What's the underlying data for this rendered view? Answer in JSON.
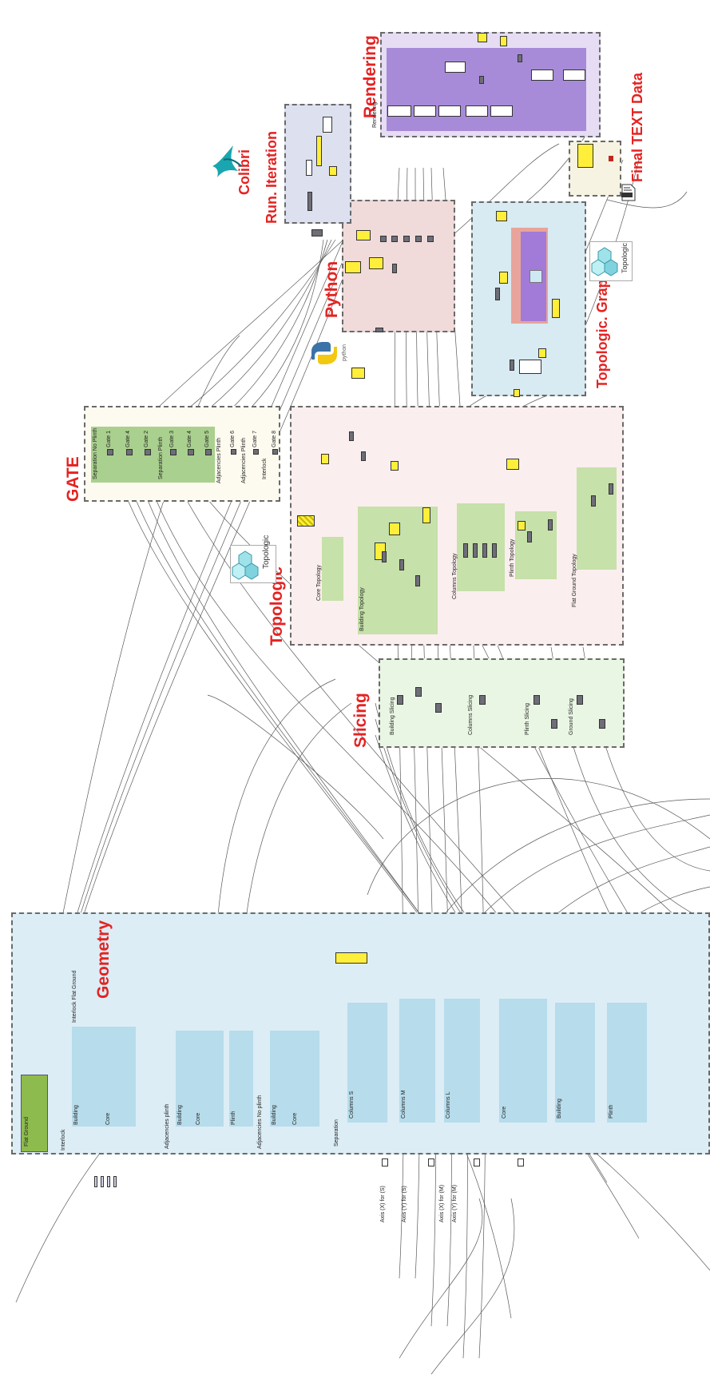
{
  "groups": {
    "geometry": {
      "title": "Geometry"
    },
    "gate": {
      "title": "GATE"
    },
    "topologic": {
      "title": "Topologic"
    },
    "slicing": {
      "title": "Slicing"
    },
    "python": {
      "title": "Python"
    },
    "run_iteration": {
      "title": "Run. Iteration"
    },
    "colibri": {
      "title": "Colibri"
    },
    "rendering": {
      "title": "Rendering"
    },
    "topologic_graph": {
      "title": "Topologic. Graph"
    },
    "final_text": {
      "title": "Final TEXT Data"
    }
  },
  "labels": {
    "topologic_logo": "Topologic",
    "python_logo": "python",
    "rendering_sub": "Rendering",
    "gate_items": [
      "Separation No Plinth",
      "Gate 1",
      "Gate 4",
      "Gate 2",
      "Separation Plinth",
      "Gate 3",
      "Gate 4",
      "Gate 5",
      "Adjacencies Plinth",
      "Gate 6",
      "Adjacencies Plinth",
      "Gate 7",
      "Interlock",
      "Gate 8"
    ],
    "topologic_subs": [
      "Core Topology",
      "Building Topology",
      "Columns Topology",
      "Plinth Topology",
      "Flat Ground Topology"
    ],
    "slicing_subs": [
      "Building Slicing",
      "Columns Slicing",
      "Plinth Slicing",
      "Ground Slicing"
    ],
    "geometry_subs": [
      "Flat Ground",
      "Interlock",
      "Building",
      "Core",
      "Interlock Flat Ground",
      "Adjacencies plinth",
      "Building",
      "Core",
      "Plinth",
      "Adjacencies No plinth",
      "Building",
      "Core",
      "Separation",
      "Columns S",
      "Columns M",
      "Columns L",
      "Core",
      "Building",
      "Plinth"
    ],
    "sliders": [
      "Axis (X) for (S)",
      "Axis (Y) for (S)",
      "Axis (X) for (M)",
      "Axis (Y) for (M)"
    ]
  },
  "colors": {
    "title_red": "#e52222",
    "geometry_bg": "#dcedf5",
    "gate_bg": "#fdfbef",
    "gate_green": "#a9d08e",
    "topologic_bg": "#fbeeee",
    "slicing_bg": "#eaf6e4",
    "python_bg": "#f0dada",
    "run_bg": "#dde0ef",
    "rendering_bg": "#e6dcf4",
    "rendering_inner": "#a78bd8",
    "graph_bg": "#d8eaf2",
    "final_bg": "#f6f3e2",
    "node_yellow": "#ffef3a",
    "node_grey": "#6e6e78",
    "subpanel_green": "#c6e1a9",
    "subpanel_blue": "#b7dceb"
  },
  "icons": [
    "colibri-bird-icon",
    "python-logo-icon",
    "topologic-logo-icon",
    "text-file-icon"
  ]
}
